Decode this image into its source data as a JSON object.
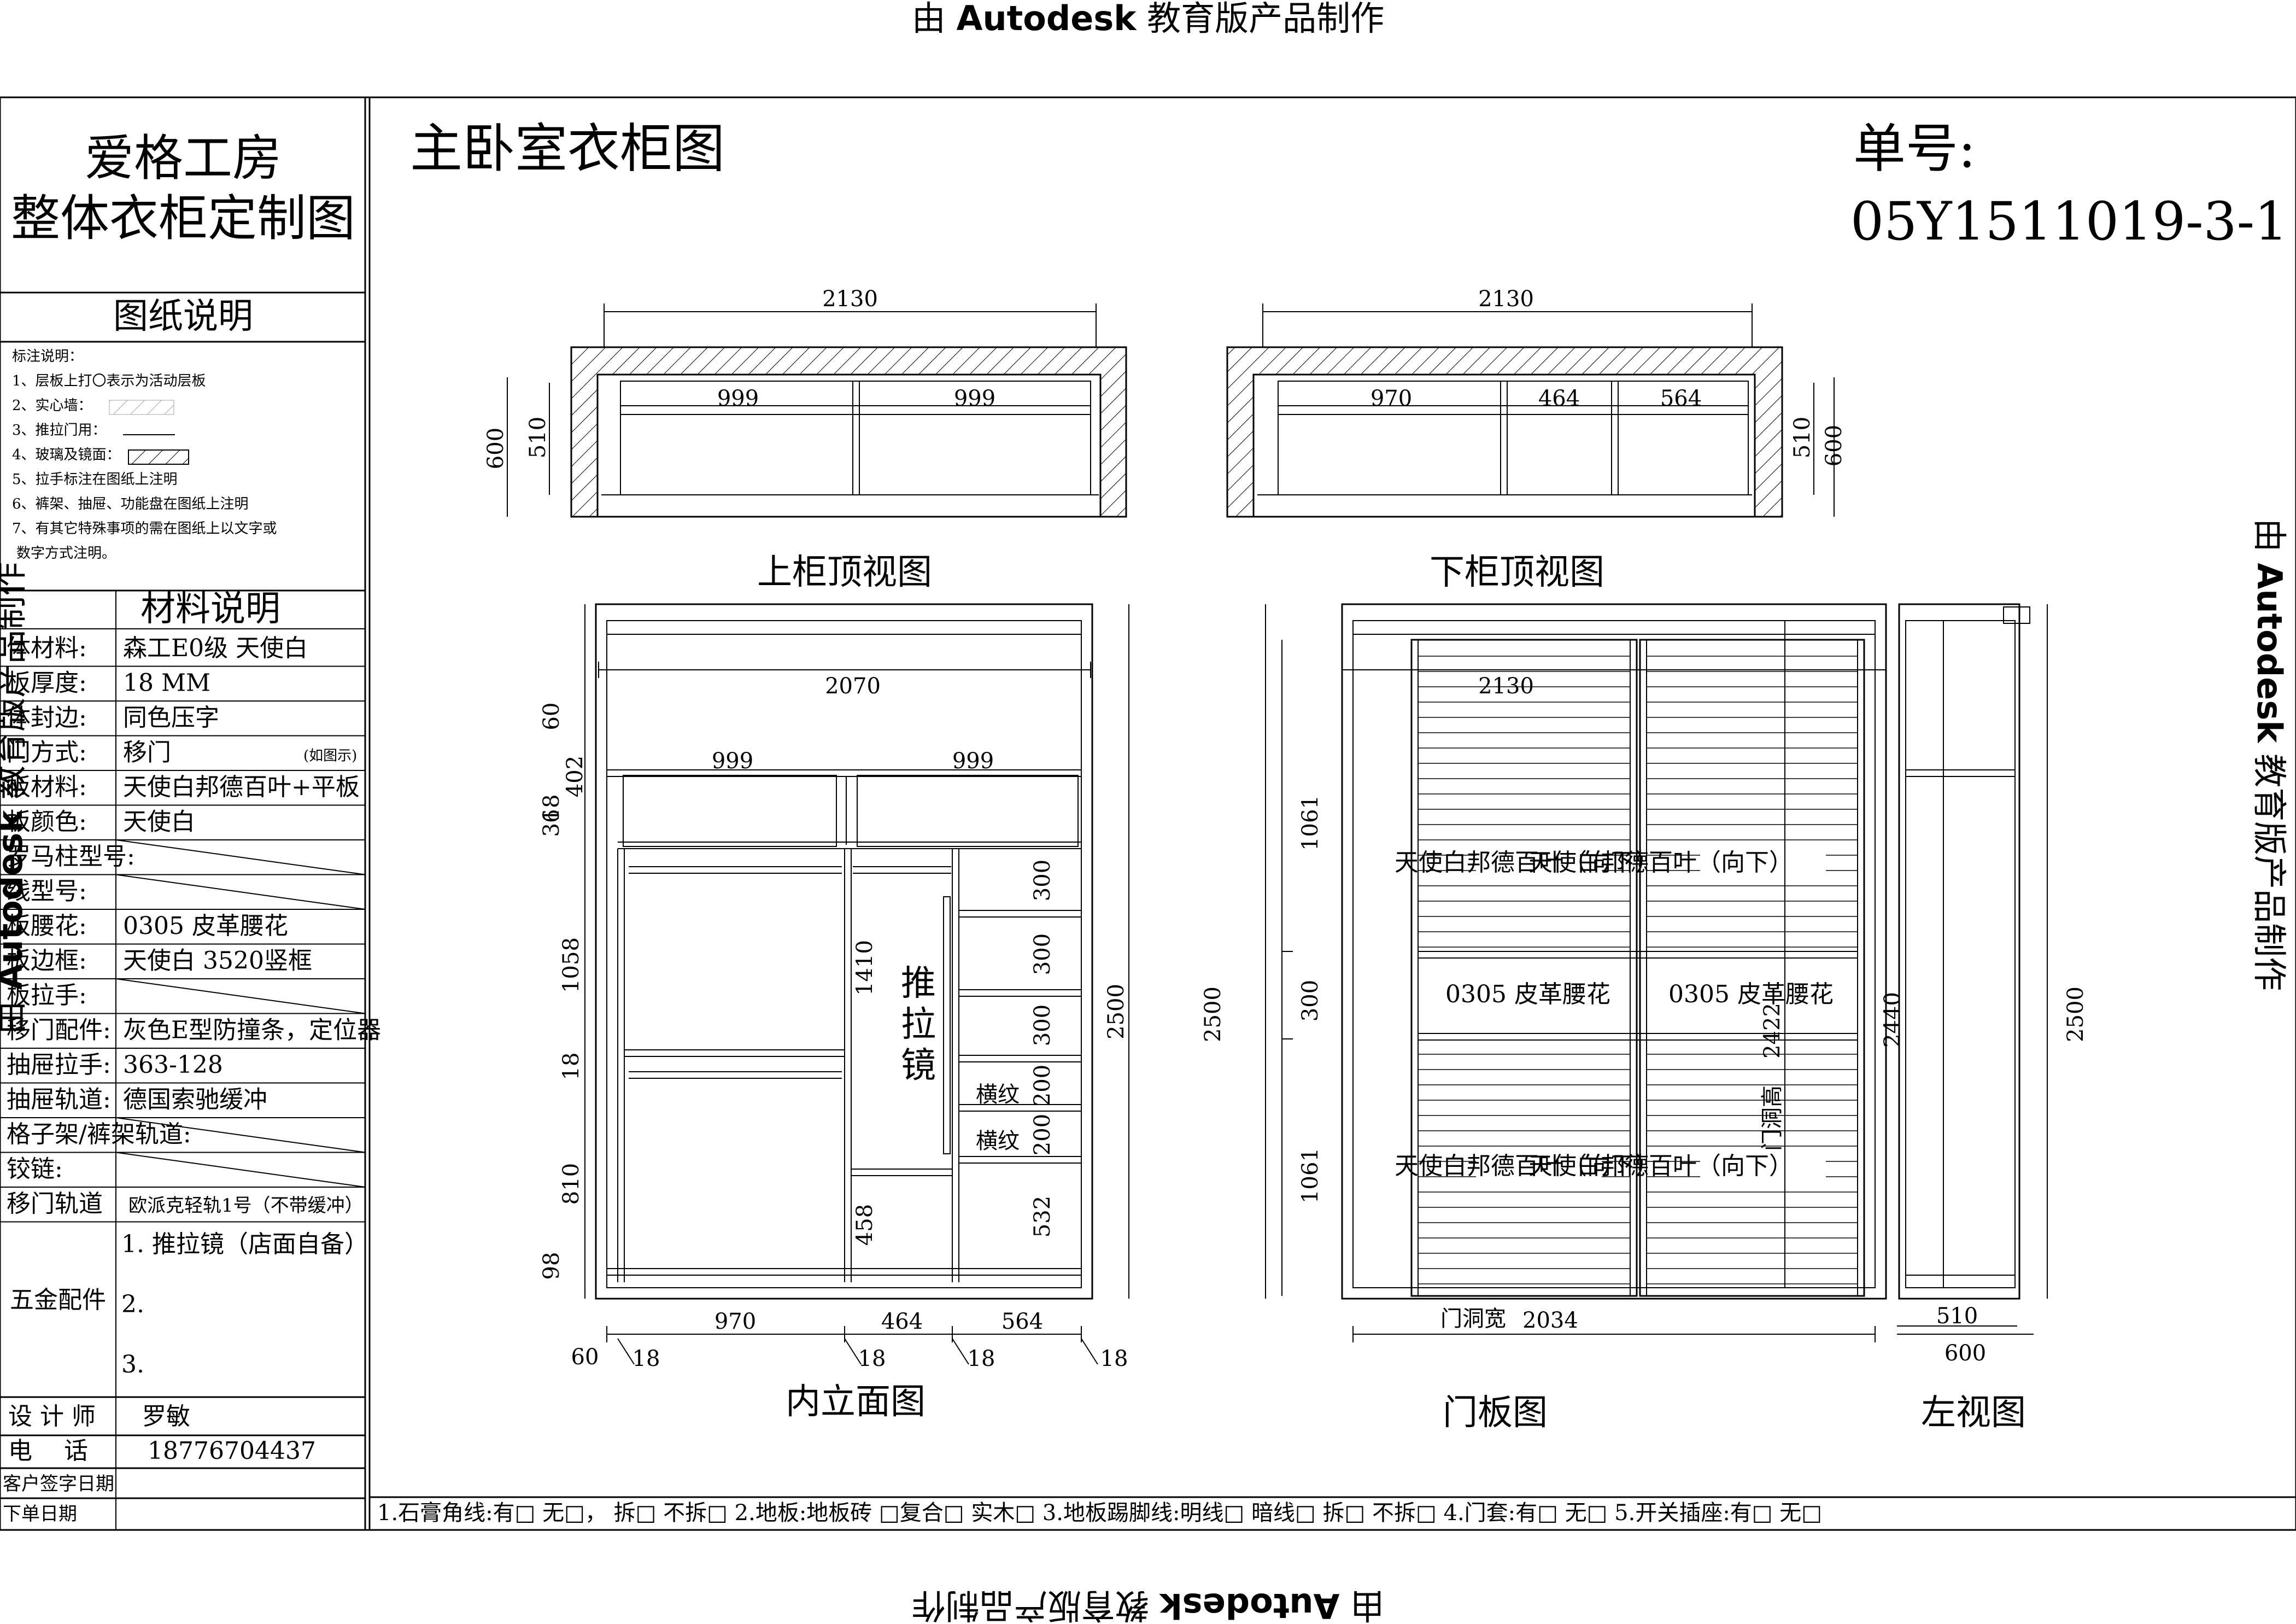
{
  "watermark": {
    "pre": "由",
    "brand": "Autodesk",
    "post": "教育版产品制作"
  },
  "sidebar": {
    "company": "爱格工房",
    "doc_title": "整体衣柜定制图",
    "notes_title": "图纸说明",
    "notes_heading": "标注说明：",
    "notes": [
      "1、层板上打〇表示为活动层板",
      "2、实心墙：",
      "3、推拉门用：",
      "4、玻璃及镜面：",
      "5、拉手标注在图纸上注明",
      "6、裤架、抽屉、功能盘在图纸上注明",
      "7、有其它特殊事项的需在图纸上以文字或",
      "数字方式注明。"
    ],
    "materials_title": "材料说明",
    "materials": [
      {
        "label": "体材料:",
        "value": "森工E0级 天使白"
      },
      {
        "label": "板厚度:",
        "value": "18 MM"
      },
      {
        "label": "体封边:",
        "value": "同色压字"
      },
      {
        "label": "门方式:",
        "value": "移门",
        "note": "(如图示)"
      },
      {
        "label": "板材料:",
        "value": "天使白邦德百叶+平板"
      },
      {
        "label": "板颜色:",
        "value": "天使白"
      },
      {
        "label": "罗马柱型号:",
        "value": ""
      },
      {
        "label": "线型号:",
        "value": ""
      },
      {
        "label": "板腰花:",
        "value": "0305 皮革腰花"
      },
      {
        "label": "板边框:",
        "value": "天使白 3520竖框"
      },
      {
        "label": "板拉手:",
        "value": ""
      },
      {
        "label": "移门配件:",
        "value": "灰色E型防撞条，定位器"
      },
      {
        "label": "抽屉拉手:",
        "value": "363-128"
      },
      {
        "label": "抽屉轨道:",
        "value": "德国索驰缓冲"
      },
      {
        "label": "格子架/裤架轨道:",
        "value": ""
      },
      {
        "label": "铰链:",
        "value": ""
      },
      {
        "label": "移门轨道",
        "value": "欧派克轻轨1号（不带缓冲）"
      }
    ],
    "hardware_label": "五金配件",
    "hardware_items": [
      "1. 推拉镜（店面自备）",
      "2.",
      "3."
    ],
    "designer_label": "设 计 师",
    "designer": "罗敏",
    "phone_label": "电　 话",
    "phone": "18776704437",
    "sign_label": "客户签字日期",
    "order_date_label": "下单日期"
  },
  "main": {
    "title": "主卧室衣柜图",
    "order_label": "单号:",
    "order_no": "05Y1511019-3-1",
    "footer_note": "1.石膏角线:有□ 无□， 拆□ 不拆□ 2.地板:地板砖 □复合□ 实木□ 3.地板踢脚线:明线□ 暗线□ 拆□ 不拆□ 4.门套:有□ 无□ 5.开关插座:有□ 无□"
  },
  "views": {
    "upper_top": {
      "caption": "上柜顶视图",
      "width": "2130",
      "depth_outer": "600",
      "depth_inner": "510",
      "bays": [
        "999",
        "999"
      ]
    },
    "lower_top": {
      "caption": "下柜顶视图",
      "width": "2130",
      "depth_outer": "600",
      "depth_inner": "510",
      "bays": [
        "970",
        "464",
        "564"
      ]
    },
    "interior": {
      "caption": "内立面图",
      "width": "2070",
      "height": "2500",
      "top_bays": [
        "999",
        "999"
      ],
      "left_dims": [
        "60",
        "18",
        "402",
        "36",
        "1058",
        "18",
        "810",
        "98"
      ],
      "mid_dims": [
        "1410",
        "458"
      ],
      "right_dims": [
        "300",
        "300",
        "300",
        "200",
        "200",
        "532"
      ],
      "bottom_dims": [
        "970",
        "464",
        "564"
      ],
      "panel_dims": [
        "60",
        "18",
        "18",
        "18",
        "18"
      ],
      "mirror_label": [
        "推",
        "拉",
        "镜"
      ],
      "stripe_label": "横纹"
    },
    "door": {
      "caption": "门板图",
      "width": "2130",
      "height": "2500",
      "opening_height_label": "门洞高",
      "opening_height": "2422",
      "opening_width_label": "门洞宽",
      "opening_width": "2034",
      "panel_heights": [
        "1061",
        "300",
        "1061"
      ],
      "louver_label": "天使白邦德百叶（向下）",
      "waist_label": "0305 皮革腰花"
    },
    "left_side": {
      "caption": "左视图",
      "height_outer": "2500",
      "height_inner": "2440",
      "depth_inner": "510",
      "depth_outer": "600"
    }
  }
}
